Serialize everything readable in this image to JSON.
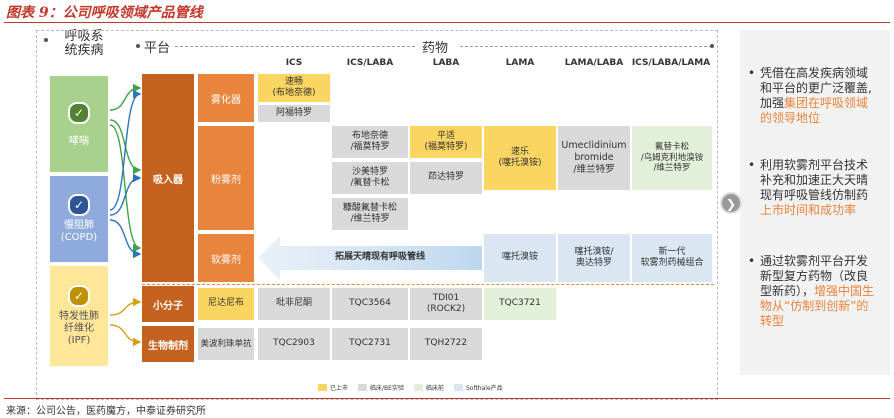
{
  "title": "图表 9：公司呼吸领域产品管线",
  "headers": {
    "disease": "呼吸系\n统疾病",
    "platform": "平台",
    "drug": "药物"
  },
  "columns": [
    "ICS",
    "ICS/LABA",
    "LABA",
    "LAMA",
    "LAMA/LABA",
    "ICS/LABA/LAMA"
  ],
  "diseases": [
    {
      "label": "哮喘",
      "color": "#a9d18e",
      "icon": "check-circle-green-icon"
    },
    {
      "label": "慢阻肺\n(COPD)",
      "color": "#8faadc",
      "icon": "check-circle-blue-icon"
    },
    {
      "label": "特发性肺\n纤维化\n(IPF)",
      "color": "#ffe699",
      "icon": "check-circle-yellow-icon"
    }
  ],
  "platforms": {
    "inhaler": "吸入器",
    "small_molecule": "小分子",
    "biologics": "生物制剂",
    "nebulizer": "雾化器",
    "dpi": "粉雾剂",
    "smi": "软雾剂"
  },
  "cells": {
    "neb_ics_1": "速畅\n(布地奈德)",
    "neb_ics_2": "阿福特罗",
    "dpi_icslaba_1": "布地奈德\n/福莫特罗",
    "dpi_icslaba_2": "沙美特罗\n/氟替卡松",
    "dpi_icslaba_3": "糠酸氟替卡松\n/维兰特罗",
    "dpi_laba_1": "平适\n(福莫特罗)",
    "dpi_laba_2": "茚达特罗",
    "dpi_lama": "速乐\n(噻托溴铵)",
    "dpi_lamalaba": "Umeclidinium\nbromide\n/维兰特罗",
    "dpi_triple": "氟替卡松\n/乌姆克利地溴铵\n/维兰特罗",
    "smi_arrow": "拓展天晴现有呼吸管线",
    "smi_lama": "噻托溴铵",
    "smi_lamalaba": "噻托溴铵/\n奥达特罗",
    "smi_triple": "新一代\n软雾剂药械组合",
    "sm_1": "尼达尼布",
    "sm_2": "吡非尼酮",
    "sm_3": "TQC3564",
    "sm_4": "TDI01\n(ROCK2)",
    "sm_5": "TQC3721",
    "bio_1": "美波利珠单抗",
    "bio_2": "TQC2903",
    "bio_3": "TQC2731",
    "bio_4": "TQH2722"
  },
  "legend": [
    {
      "label": "已上市",
      "color": "#fbd561"
    },
    {
      "label": "临床/BE实验",
      "color": "#d9d9d9"
    },
    {
      "label": "临床前",
      "color": "#e2efd9"
    },
    {
      "label": "Softhale产品",
      "color": "#dae6f2"
    }
  ],
  "side": {
    "b1_plain": "凭借在高发疾病领域和平台的更广泛覆盖, 加强",
    "b1_hl": "集团在呼吸领域的领导地位",
    "b2_plain": "利用软雾剂平台技术补充和加速正大天晴现有呼吸管线仿制药",
    "b2_hl": "上市时间和成功率",
    "b3_plain": "通过软雾剂平台开发新型复方药物（改良型新药），",
    "b3_hl": "增强中国生物从“仿制到创新”的转型"
  },
  "source": "来源：公司公告，医药魔方，中泰证券研究所"
}
